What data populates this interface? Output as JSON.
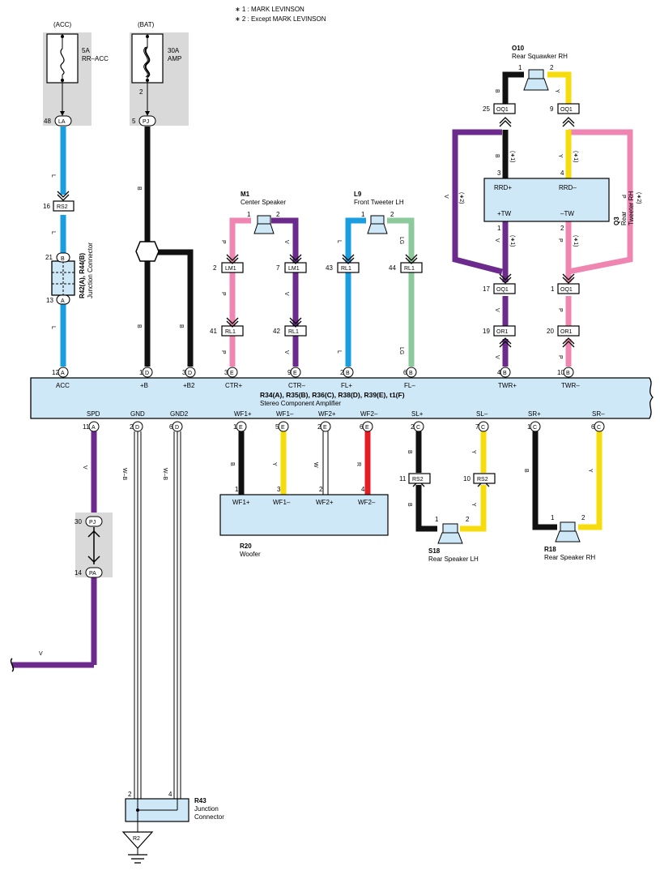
{
  "notes": {
    "n1": "∗ 1 : MARK LEVINSON",
    "n2": "∗ 2 : Except MARK LEVINSON"
  },
  "fuses": {
    "acc": {
      "src": "(ACC)",
      "rating": "5A",
      "name": "RR–ACC",
      "pin": "48",
      "conn": "LA"
    },
    "bat": {
      "src": "(BAT)",
      "rating": "30A",
      "name": "AMP",
      "pin_top": "2",
      "pin": "5",
      "conn": "PJ"
    }
  },
  "junction_r42": {
    "label": "R42(A), R44(B)",
    "sub": "Junction Connector",
    "pin_b": "21",
    "conn_b": "B",
    "pin_a": "13",
    "conn_a": "A"
  },
  "rs2_acc": {
    "pin": "16",
    "conn": "RS2"
  },
  "wire_colors": {
    "L": "#1a9ee0",
    "B": "#111111",
    "P": "#ef86b2",
    "V": "#6b2a8c",
    "LG": "#8cc99b",
    "Y": "#f5dc0a",
    "R": "#e41c24",
    "W": "#ffffff"
  },
  "wire_labels": {
    "L": "L",
    "B": "B",
    "P": "P",
    "V": "V",
    "LG": "LG",
    "Y": "Y",
    "R": "R",
    "W": "W",
    "WB": "W–B",
    "n1": "(∗1)",
    "n2": "(∗2)"
  },
  "m1": {
    "id": "M1",
    "name": "Center Speaker",
    "p1": "1",
    "p2": "2",
    "lm1_l": "2",
    "lm1_r": "7",
    "lm1": "LM1",
    "rl1_l": "41",
    "rl1_r": "42",
    "rl1": "RL1"
  },
  "l9": {
    "id": "L9",
    "name": "Front Tweeter LH",
    "p1": "1",
    "p2": "2",
    "rl1_l": "43",
    "rl1_r": "44",
    "rl1": "RL1"
  },
  "o10": {
    "id": "O10",
    "name": "Rear Squawker RH",
    "p1": "1",
    "p2": "2",
    "oq_l": "25",
    "oq_r": "9",
    "oq": "OQ1"
  },
  "q3": {
    "id": "Q3",
    "name1": "Rear",
    "name2": "Tweeter RH",
    "rrdp": "RRD+",
    "rrdm": "RRD–",
    "twp": "+TW",
    "twm": "–TW",
    "p3": "3",
    "p4": "4",
    "p1": "1",
    "p2": "2",
    "oq_l": "17",
    "oq_r": "1",
    "oq": "OQ1",
    "or_l": "19",
    "or_r": "20",
    "or": "OR1"
  },
  "amp": {
    "title": "R34(A), R35(B), R36(C), R38(D), R39(E), t1(F)",
    "subtitle": "Stereo Component Amplifier",
    "top_pins": [
      {
        "pin": "12",
        "conn": "A",
        "label": "ACC"
      },
      {
        "pin": "1",
        "conn": "D",
        "label": "+B"
      },
      {
        "pin": "3",
        "conn": "D",
        "label": "+B2"
      },
      {
        "pin": "3",
        "conn": "E",
        "label": "CTR+"
      },
      {
        "pin": "9",
        "conn": "E",
        "label": "CTR–"
      },
      {
        "pin": "2",
        "conn": "B",
        "label": "FL+"
      },
      {
        "pin": "6",
        "conn": "B",
        "label": "FL–"
      },
      {
        "pin": "4",
        "conn": "B",
        "label": "TWR+"
      },
      {
        "pin": "10",
        "conn": "B",
        "label": "TWR–"
      }
    ],
    "bottom_pins": [
      {
        "pin": "11",
        "conn": "A",
        "label": "SPD"
      },
      {
        "pin": "2",
        "conn": "D",
        "label": "GND"
      },
      {
        "pin": "6",
        "conn": "D",
        "label": "GND2"
      },
      {
        "pin": "1",
        "conn": "E",
        "label": "WF1+"
      },
      {
        "pin": "5",
        "conn": "E",
        "label": "WF1–"
      },
      {
        "pin": "2",
        "conn": "E",
        "label": "WF2+"
      },
      {
        "pin": "6",
        "conn": "E",
        "label": "WF2–"
      },
      {
        "pin": "2",
        "conn": "C",
        "label": "SL+"
      },
      {
        "pin": "7",
        "conn": "C",
        "label": "SL–"
      },
      {
        "pin": "1",
        "conn": "C",
        "label": "SR+"
      },
      {
        "pin": "6",
        "conn": "C",
        "label": "SR–"
      }
    ]
  },
  "r20": {
    "id": "R20",
    "name": "Woofer",
    "t1": "WF1+",
    "t2": "WF1–",
    "t3": "WF2+",
    "t4": "WF2–",
    "p1": "1",
    "p3": "3",
    "p2": "2",
    "p4": "4"
  },
  "s18": {
    "id": "S18",
    "name": "Rear Speaker LH",
    "p1": "1",
    "p2": "2",
    "rs_l": "11",
    "rs_r": "10",
    "rs": "RS2"
  },
  "r18": {
    "id": "R18",
    "name": "Rear Speaker RH",
    "p1": "1",
    "p2": "2"
  },
  "pj_pa": {
    "pin_pj": "30",
    "conn_pj": "PJ",
    "pin_pa": "14",
    "conn_pa": "PA"
  },
  "r43": {
    "id": "R43",
    "name1": "Junction",
    "name2": "Connector",
    "p2": "2",
    "p4": "4",
    "ground": "R2"
  }
}
